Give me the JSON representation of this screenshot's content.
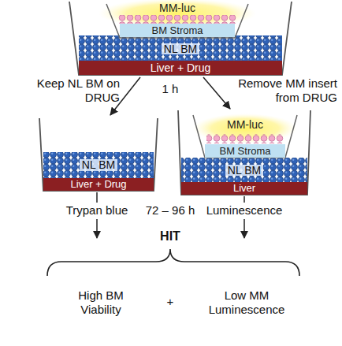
{
  "diagram": {
    "nodes": [
      {
        "text": [
          "MM-luc"
        ]
      },
      {
        "text": [
          "BM Stroma"
        ]
      },
      {
        "text": [
          "NL BM"
        ]
      },
      {
        "text": [
          "Liver + Drug"
        ]
      },
      {
        "text": [
          "NL BM"
        ]
      },
      {
        "text": [
          "Liver + Drug"
        ]
      },
      {
        "text": [
          "MM-luc"
        ]
      },
      {
        "text": [
          "BM Stroma"
        ]
      },
      {
        "text": [
          "NL BM"
        ]
      },
      {
        "text": [
          "Liver"
        ]
      }
    ],
    "labels": [
      "Keep NL BM on DRUG",
      "1 h",
      "Remove MM insert from DRUG",
      "Trypan blue",
      "72 – 96 h",
      "Luminescence",
      "HIT",
      "High BM Viability",
      "+",
      "Low MM Luminescence"
    ]
  }
}
